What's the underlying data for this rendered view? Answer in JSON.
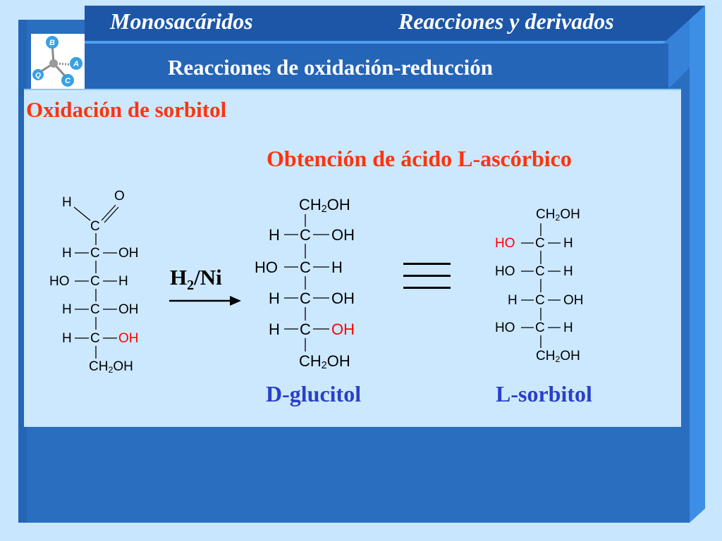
{
  "header": {
    "left": "Monosacáridos",
    "right": "Reacciones y derivados",
    "subtitle": "Reacciones de oxidación-reducción"
  },
  "logo": {
    "letters": [
      "B",
      "A",
      "C",
      "Q"
    ]
  },
  "content": {
    "title": "Oxidación de sorbitol",
    "subtitle": "Obtención de ácido L-ascórbico",
    "reagent": {
      "main": "H",
      "sub": "2",
      "rest": "/Ni"
    },
    "captions": {
      "left": "D-glucitol",
      "right": "L-sorbitol"
    }
  },
  "structures": {
    "aldose": {
      "h_label": "H",
      "o_label": "O",
      "c1": "C",
      "rows": [
        {
          "left": "H",
          "c": "C",
          "right": "OH"
        },
        {
          "left": "HO",
          "c": "C",
          "right": "H"
        },
        {
          "left": "H",
          "c": "C",
          "right": "OH"
        },
        {
          "left": "H",
          "c": "C",
          "right": "OH"
        }
      ],
      "bottom": {
        "a": "CH",
        "sub": "2",
        "b": "OH"
      }
    },
    "glucitol": {
      "top": {
        "a": "CH",
        "sub": "2",
        "b": "OH"
      },
      "rows": [
        {
          "left": "H",
          "c": "C",
          "right": "OH"
        },
        {
          "left": "HO",
          "c": "C",
          "right": "H"
        },
        {
          "left": "H",
          "c": "C",
          "right": "OH"
        },
        {
          "left": "H",
          "c": "C",
          "right": "OH"
        }
      ],
      "bottom": {
        "a": "CH",
        "sub": "2",
        "b": "OH"
      }
    },
    "sorbitol": {
      "top": {
        "a": "CH",
        "sub": "2",
        "b": "OH"
      },
      "rows": [
        {
          "left": "HO",
          "c": "C",
          "right": "H"
        },
        {
          "left": "HO",
          "c": "C",
          "right": "H"
        },
        {
          "left": "H",
          "c": "C",
          "right": "OH"
        },
        {
          "left": "HO",
          "c": "C",
          "right": "H"
        }
      ],
      "bottom": {
        "a": "CH",
        "sub": "2",
        "b": "OH"
      }
    }
  },
  "colors": {
    "frame_blue": "#2a6ec0",
    "frame_dark": "#1d56a6",
    "frame_light": "#3d8fe6",
    "content_bg": "#cce8ff",
    "title_red": "#ff3311",
    "caption_blue": "#2a40c8",
    "highlight_red": "#ff0000"
  }
}
